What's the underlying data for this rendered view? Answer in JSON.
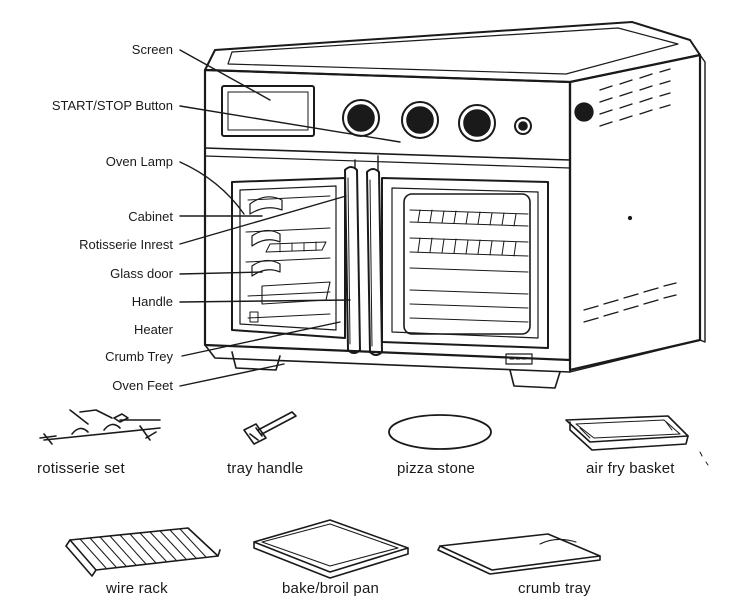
{
  "labels": {
    "screen": "Screen",
    "start_stop_button": "START/STOP Button",
    "oven_lamp": "Oven Lamp",
    "cabinet": "Cabinet",
    "rotisserie_inrest": "Rotisserie Inrest",
    "glass_door": "Glass door",
    "handle": "Handle",
    "heater": "Heater",
    "crumb_trey": "Crumb Trey",
    "oven_feet": "Oven Feet"
  },
  "accessories": {
    "rotisserie_set": "rotisserie set",
    "tray_handle": "tray handle",
    "pizza_stone": "pizza stone",
    "air_fry_basket": "air fry basket",
    "wire_rack": "wire rack",
    "bake_broil_pan": "bake/broil pan",
    "crumb_tray": "crumb tray"
  },
  "colors": {
    "ink": "#1a1a1a",
    "background": "#ffffff"
  }
}
